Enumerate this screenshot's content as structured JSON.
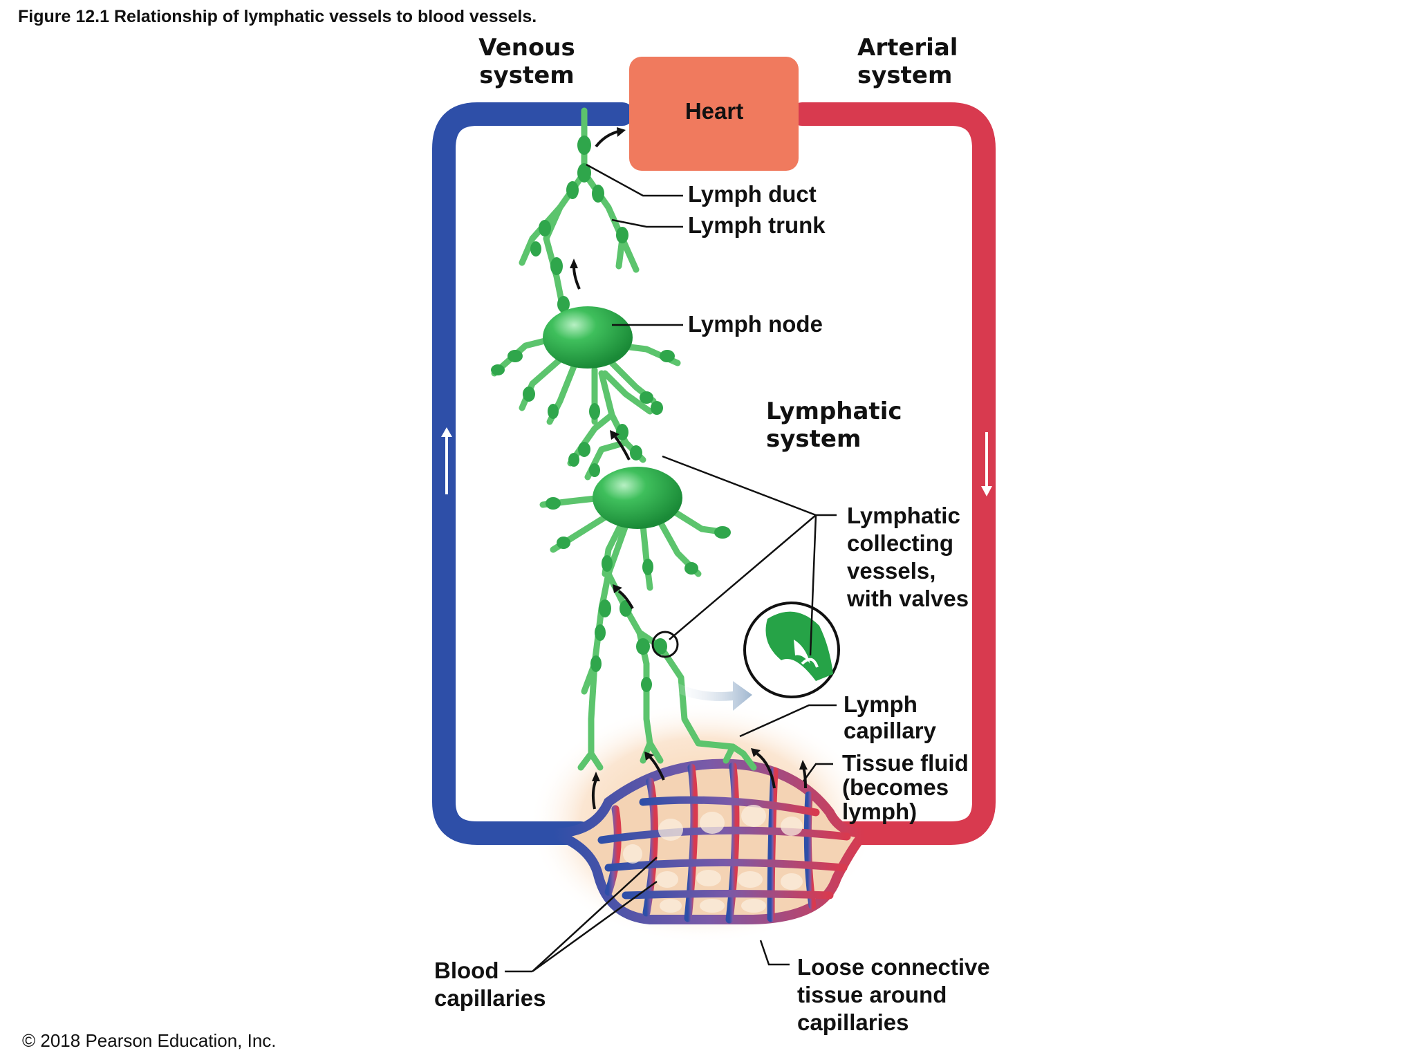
{
  "caption": "Figure 12.1 Relationship of lymphatic vessels to blood vessels.",
  "copyright": "© 2018 Pearson Education, Inc.",
  "headers": {
    "venous_line1": "Venous",
    "venous_line2": "system",
    "arterial_line1": "Arterial",
    "arterial_line2": "system",
    "lymphatic_line1": "Lymphatic",
    "lymphatic_line2": "system"
  },
  "heart": "Heart",
  "labels": {
    "lymph_duct": "Lymph duct",
    "lymph_trunk": "Lymph trunk",
    "lymph_node": "Lymph node",
    "collecting_line1": "Lymphatic",
    "collecting_line2": "collecting",
    "collecting_line3": "vessels,",
    "collecting_line4": "with valves",
    "capillary_line1": "Lymph",
    "capillary_line2": "capillary",
    "tissue_line1": "Tissue fluid",
    "tissue_line2": "(becomes",
    "tissue_line3": "lymph)",
    "blood_line1": "Blood",
    "blood_line2": "capillaries",
    "loose_line1": "Loose connective",
    "loose_line2": "tissue around",
    "loose_line3": "capillaries"
  },
  "colors": {
    "venous": "#2e4fa8",
    "arterial": "#d83a4f",
    "heart": "#f07a5e",
    "lymph": "#3fae57",
    "lymph_dark": "#1f8a3a",
    "tissue": "#f6d7b8"
  }
}
